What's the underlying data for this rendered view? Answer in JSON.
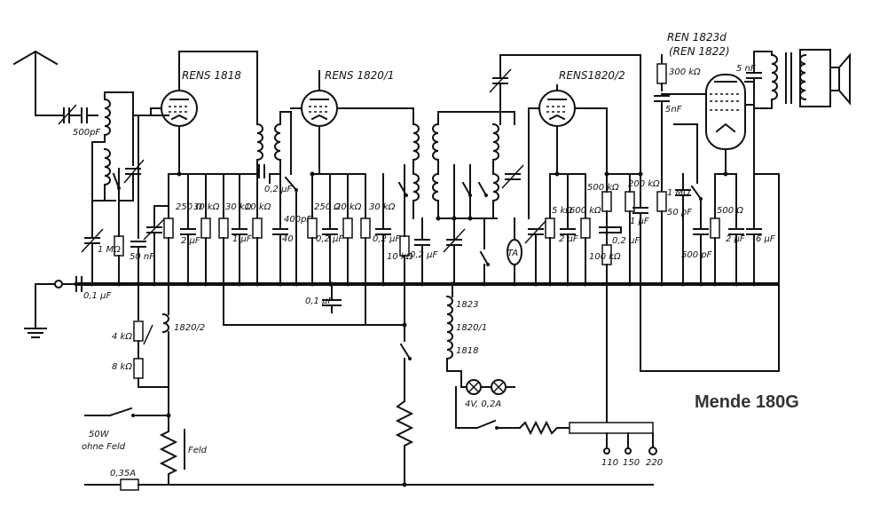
{
  "title": "Mende 180G",
  "tubes": {
    "v1": "RENS 1818",
    "v2": "RENS 1820/1",
    "v3": "RENS1820/2",
    "v4a": "REN 1823d",
    "v4b": "(REN 1822)"
  },
  "labels": {
    "c_ant": "500pF",
    "c_in": "0,1 µF",
    "r_1m": "1 MΩ",
    "c_50n": "50 nF",
    "r_250": "250 Ω",
    "r_30k": "30 kΩ",
    "r_30k_b": "30 kΩ",
    "r_10k": "10 kΩ",
    "c_2u": "2 µF",
    "c_1u": "1 µF",
    "c_02u": "0,2 µF",
    "c_400p": "400pF",
    "c_40": "40",
    "r_250_b": "250 Ω",
    "r_20k": "20 kΩ",
    "r_30k_c": "30 kΩ",
    "c_02_b": "0,2 µF",
    "c_01u": "0,1 µF",
    "r_10k_b": "10 kΩ",
    "c_02_c": "0,2 µF",
    "pickup": "TA",
    "r_5k": "5 kΩ",
    "r_600k": "600 kΩ",
    "r_500k": "500 kΩ",
    "r_200k": "200 kΩ",
    "c_1u_b": "1 µF",
    "c_02_d": "0,2 µF",
    "r_100k": "100 kΩ",
    "r_300k": "300 kΩ",
    "c_5n": "5nF",
    "r_1m_b": "1 MΩ",
    "c_50p": "50 pF",
    "c_500p": "500 pF",
    "r_500": "500 Ω",
    "c_2u_b": "2 µF",
    "c_6u": "6 µF",
    "c_5n_b": "5 nF",
    "r_4k": "4 kΩ",
    "r_8k": "8 kΩ",
    "heater_1820": "1820/2",
    "heater_1823": "1823",
    "heater_1820_1": "1820/1",
    "heater_1818": "1818",
    "lamps": "4V, 0,2A",
    "p50w": "50W",
    "ohne_feld": "ohne Feld",
    "feld": "Feld",
    "fuse": "0,35A",
    "v110": "110",
    "v150": "150",
    "v220": "220"
  }
}
